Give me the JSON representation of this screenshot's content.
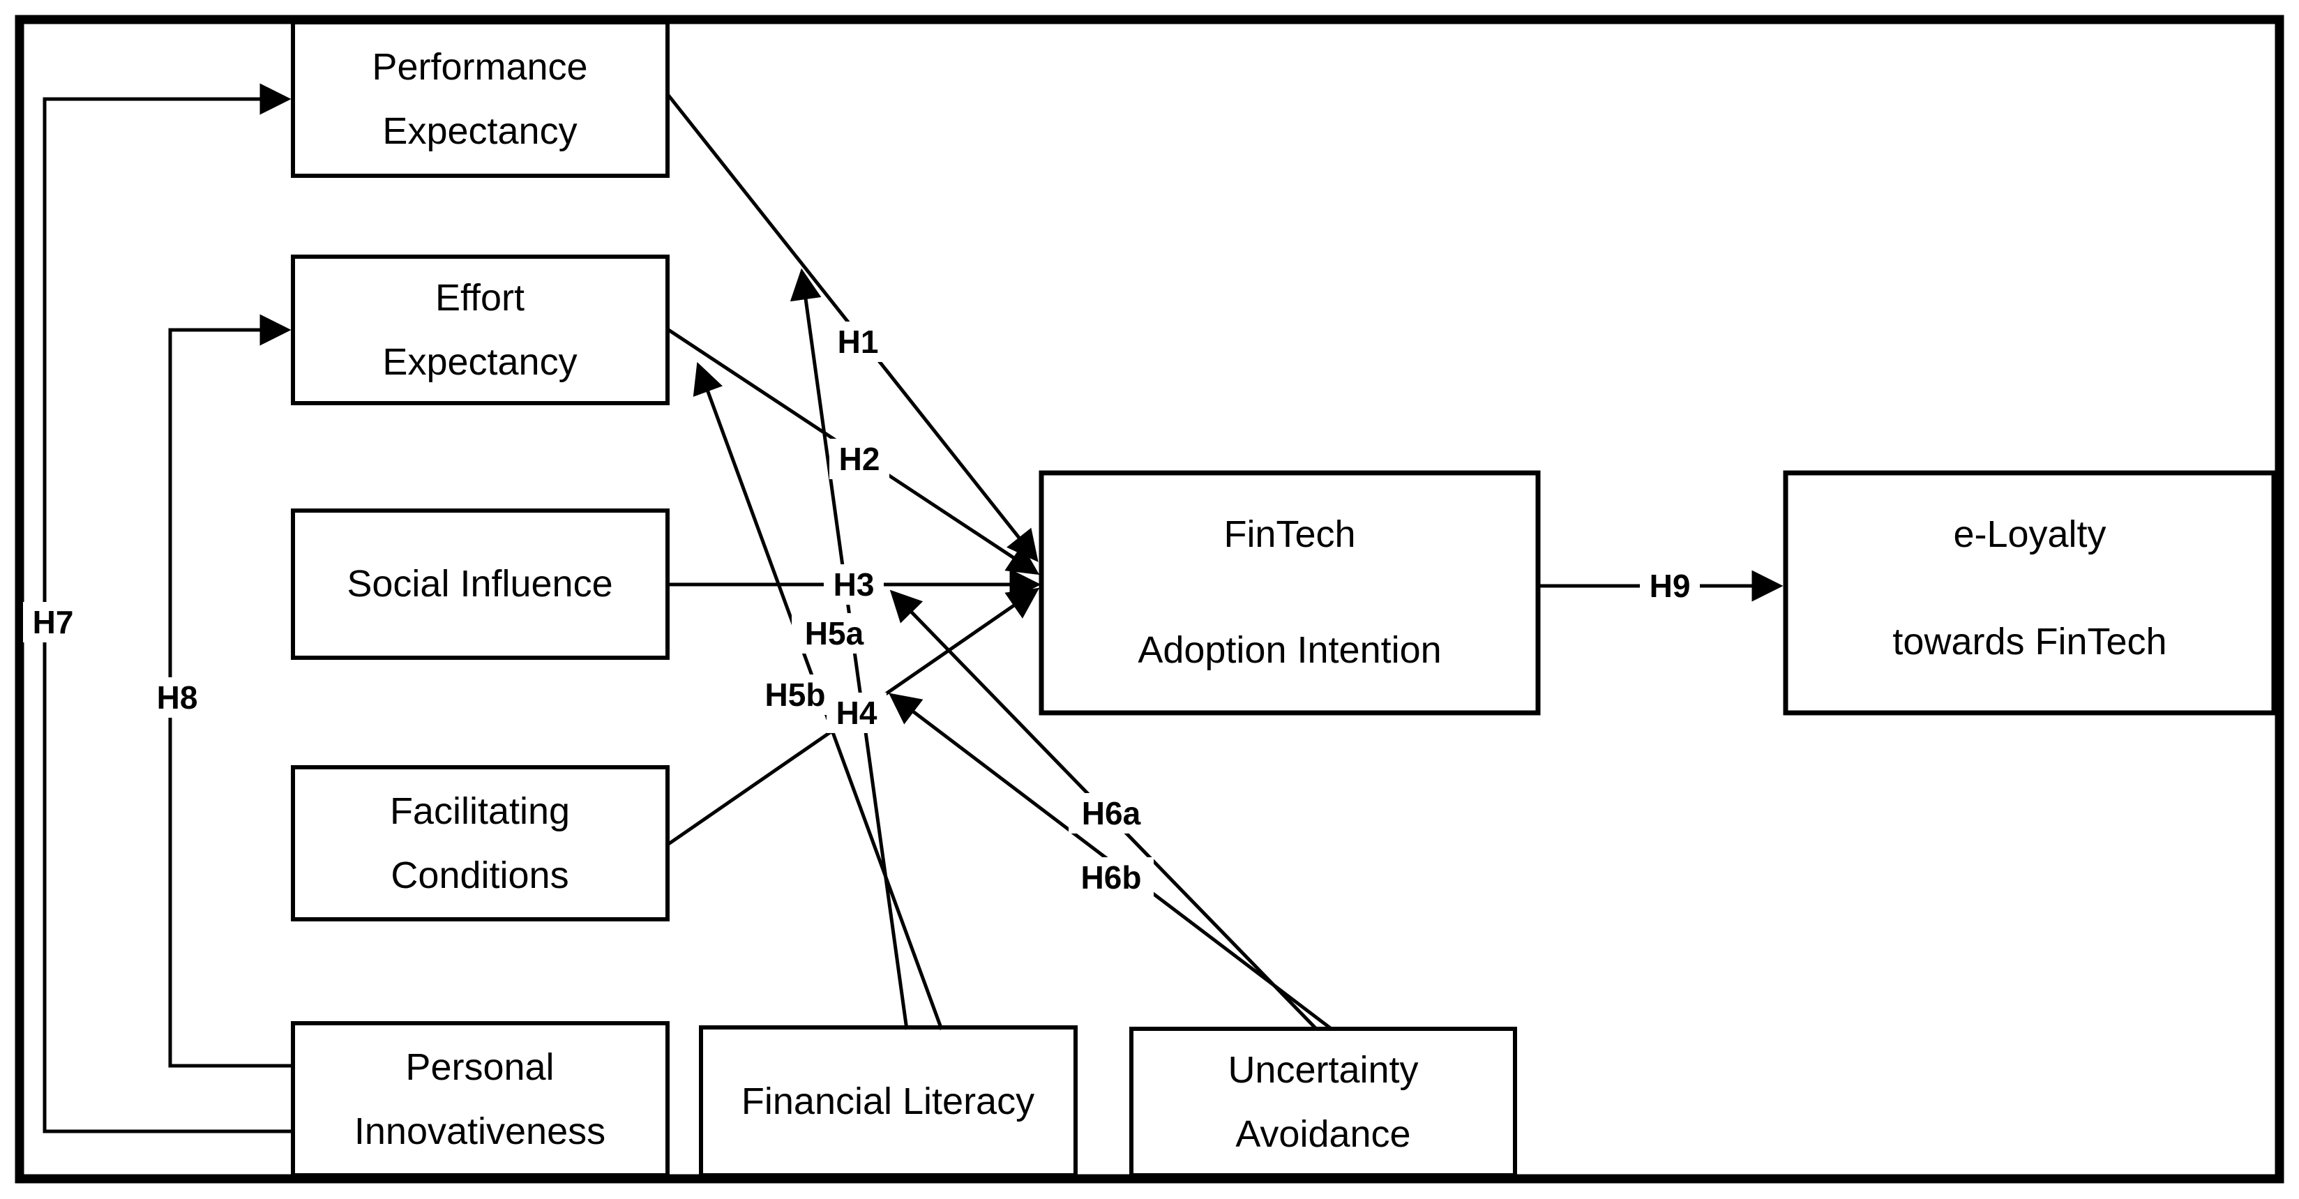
{
  "nodes": {
    "performance_expectancy": {
      "line1": "Performance",
      "line2": "Expectancy"
    },
    "effort_expectancy": {
      "line1": "Effort",
      "line2": "Expectancy"
    },
    "social_influence": {
      "line1": "Social Influence"
    },
    "facilitating_conditions": {
      "line1": "Facilitating",
      "line2": "Conditions"
    },
    "personal_innovativeness": {
      "line1": "Personal",
      "line2": "Innovativeness"
    },
    "financial_literacy": {
      "line1": "Financial Literacy"
    },
    "uncertainty_avoidance": {
      "line1": "Uncertainty",
      "line2": "Avoidance"
    },
    "fintech_adoption": {
      "line1": "FinTech",
      "line2": "Adoption Intention"
    },
    "e_loyalty": {
      "line1": "e-Loyalty",
      "line2": "towards FinTech"
    }
  },
  "hypotheses": {
    "h1": "H1",
    "h2": "H2",
    "h3": "H3",
    "h4": "H4",
    "h5a": "H5a",
    "h5b": "H5b",
    "h6a": "H6a",
    "h6b": "H6b",
    "h7": "H7",
    "h8": "H8",
    "h9": "H9"
  },
  "edges": [
    {
      "id": "H1",
      "from": "Performance Expectancy",
      "to": "FinTech Adoption Intention"
    },
    {
      "id": "H2",
      "from": "Effort Expectancy",
      "to": "FinTech Adoption Intention"
    },
    {
      "id": "H3",
      "from": "Social Influence",
      "to": "FinTech Adoption Intention"
    },
    {
      "id": "H4",
      "from": "Facilitating Conditions",
      "to": "FinTech Adoption Intention"
    },
    {
      "id": "H5a",
      "from": "Financial Literacy",
      "to": "H1 path (Performance Expectancy to FinTech Adoption Intention)"
    },
    {
      "id": "H5b",
      "from": "Financial Literacy",
      "to": "Effort Expectancy (H2 path)"
    },
    {
      "id": "H6a",
      "from": "Uncertainty Avoidance",
      "to": "H3 path (Social Influence to FinTech Adoption Intention)"
    },
    {
      "id": "H6b",
      "from": "Uncertainty Avoidance",
      "to": "H4 path (Facilitating Conditions to FinTech Adoption Intention)"
    },
    {
      "id": "H7",
      "from": "Personal Innovativeness",
      "to": "Performance Expectancy"
    },
    {
      "id": "H8",
      "from": "Personal Innovativeness",
      "to": "Effort Expectancy"
    },
    {
      "id": "H9",
      "from": "FinTech Adoption Intention",
      "to": "e-Loyalty towards FinTech"
    }
  ],
  "colors": {
    "line": "#000000",
    "box_fill": "#ffffff",
    "background": "#ffffff"
  }
}
